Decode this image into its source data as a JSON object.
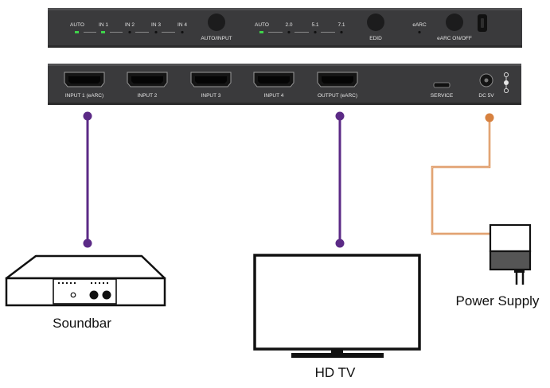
{
  "front_panel": {
    "auto_label": "AUTO",
    "in_labels": [
      "IN 1",
      "IN 2",
      "IN 3",
      "IN 4"
    ],
    "auto_input_button": "AUTO/INPUT",
    "audio_auto_label": "AUTO",
    "audio_labels": [
      "2.0",
      "5.1",
      "7.1"
    ],
    "edid_button": "EDID",
    "earc_label": "eARC",
    "earc_button": "eARC ON/OFF"
  },
  "rear_panel": {
    "ports": [
      "INPUT 1 (eARC)",
      "INPUT 2",
      "INPUT 3",
      "INPUT  4",
      "OUTPUT (eARC)"
    ],
    "service_label": "SERVICE",
    "dc_label": "DC 5V"
  },
  "devices": {
    "soundbar": "Soundbar",
    "tv": "HD TV",
    "power": "Power Supply"
  },
  "colors": {
    "panel": "#3a3a3c",
    "led_green": "#3fd24a",
    "hdmi_cable": "#5b2a86",
    "power_cable": "#d7813f"
  }
}
